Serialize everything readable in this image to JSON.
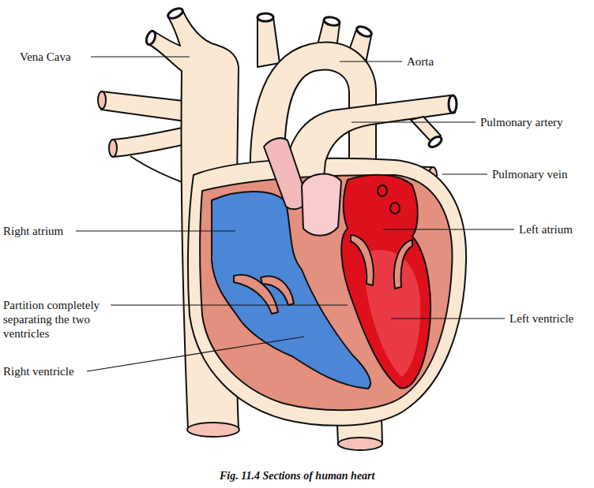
{
  "diagram": {
    "caption": "Fig. 11.4 Sections of human heart",
    "labels": [
      "Vena Cava",
      "Aorta",
      "Pulmonary artery",
      "Pulmonary vein",
      "Right atrium",
      "Left atrium",
      "Partition completely separating the two ventricles",
      "Left ventricle",
      "Right ventricle"
    ]
  }
}
